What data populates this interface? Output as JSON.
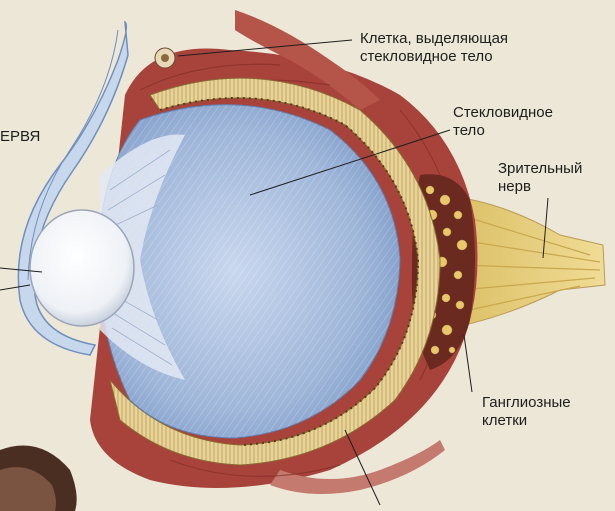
{
  "labels": {
    "cut_left": "ЕРВЯ",
    "vitreous_secreting_cell": [
      "Клетка, выделяющая",
      "стекловидное тело"
    ],
    "vitreous_body": [
      "Стекловидное",
      "тело"
    ],
    "optic_nerve": [
      "Зрительный",
      "нерв"
    ],
    "ganglion_cells": [
      "Ганглиозные",
      "клетки"
    ]
  },
  "colors": {
    "background": "#ede7d7",
    "muscle": "#a8433b",
    "sclera": "#c8d8ec",
    "retina_band": "#e8d49a",
    "vitreous": "#9fb6d9",
    "lens": "#f4f6fa",
    "optic_nerve": "#e6cf7a",
    "leader_line": "#1e1e1e"
  }
}
